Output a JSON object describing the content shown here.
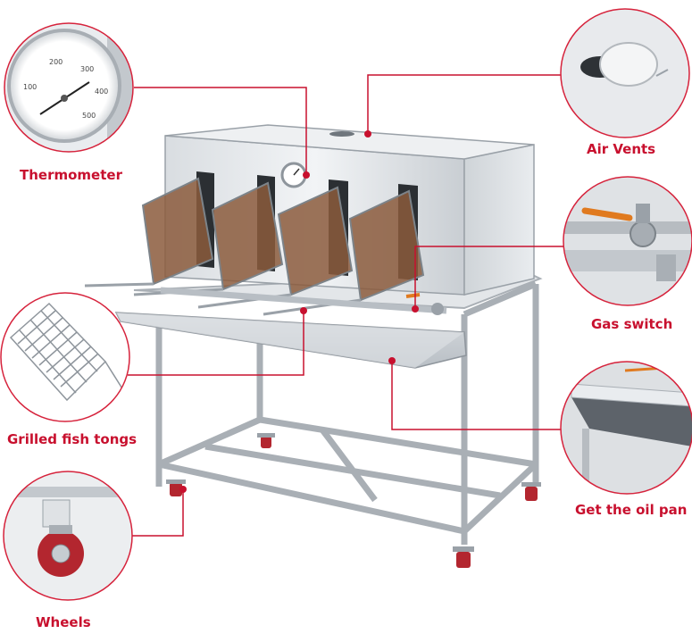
{
  "labels": {
    "thermometer": "Thermometer",
    "air_vents": "Air Vents",
    "gas_switch": "Gas switch",
    "grilled_fish_tongs": "Grilled fish tongs",
    "oil_pan": "Get the oil pan",
    "wheels": "Wheels"
  },
  "thermometer_dial": {
    "ticks": [
      "100",
      "200",
      "300",
      "400",
      "500"
    ]
  },
  "colors": {
    "label_red": "#c8102e",
    "circle_border": "#d6233c",
    "leader_line": "#c8102e",
    "steel_light": "#e6e9ec",
    "steel_mid": "#c7ccd1",
    "steel_dark": "#8e959c",
    "fish": "#8b5a3c",
    "wheel_red": "#b3262f"
  }
}
